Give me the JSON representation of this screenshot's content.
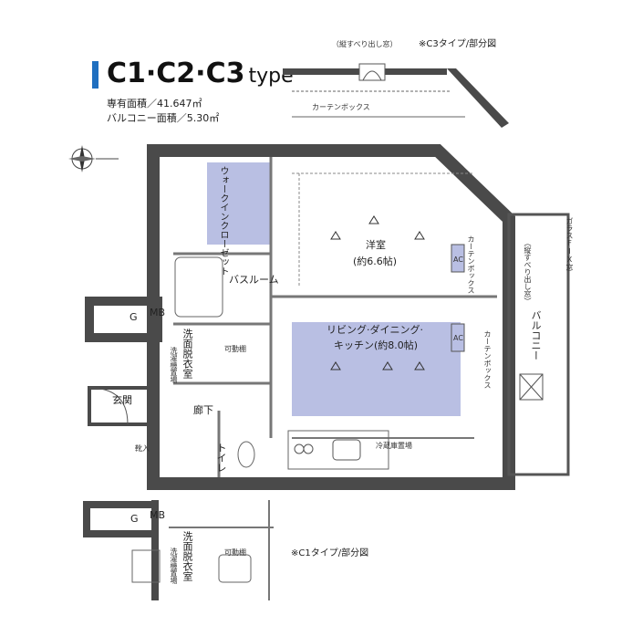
{
  "header": {
    "type_name": "C1·C2·C3",
    "type_suffix": "type",
    "area_exclusive": "専有面積／41.647㎡",
    "area_balcony": "バルコニー面積／5.30㎡"
  },
  "c3_partial": {
    "window_note": "（縦すべり出し窓）",
    "caption": "※C3タイプ/部分図",
    "curtain_box": "カーテンボックス"
  },
  "rooms": {
    "walk_in_closet": "ウォークインクローゼット",
    "western_room": "洋室",
    "western_size": "(約6.6帖)",
    "bath": "バスルーム",
    "ldk": "リビング·ダイニング·キッチン(約8.0帖)",
    "ldk_line1": "リビング·ダイニング·",
    "ldk_line2": "キッチン(約8.0帖)",
    "washroom": "洗面脱衣室",
    "laundry": "洗濯機置場",
    "movable_shelf": "可動棚",
    "entrance": "玄関",
    "hallway": "廊下",
    "toilet": "トイレ",
    "shoe_box": "靴入",
    "fridge": "冷蔵庫置場",
    "balcony": "バルコニー",
    "mb": "MB",
    "g": "G",
    "ac1": "AC",
    "ac2": "AC",
    "curtain_box_1": "カーテンボックス",
    "curtain_box_2": "カーテンボックス",
    "glass_fixed": "ガラスFIX窓",
    "window_side": "（縦すべり出し窓）"
  },
  "c1_partial": {
    "mb": "MB",
    "g": "G",
    "washroom": "洗面脱衣室",
    "laundry": "洗濯機置場",
    "movable_shelf": "可動棚",
    "caption": "※C1タイプ/部分図"
  },
  "colors": {
    "wall": "#4a4a4a",
    "highlight": "#b9bfe3",
    "title_accent": "#1f6fc0",
    "line": "#555555"
  },
  "icons": [
    "compass-icon",
    "light-icon",
    "outlet-icon",
    "ac-icon"
  ]
}
